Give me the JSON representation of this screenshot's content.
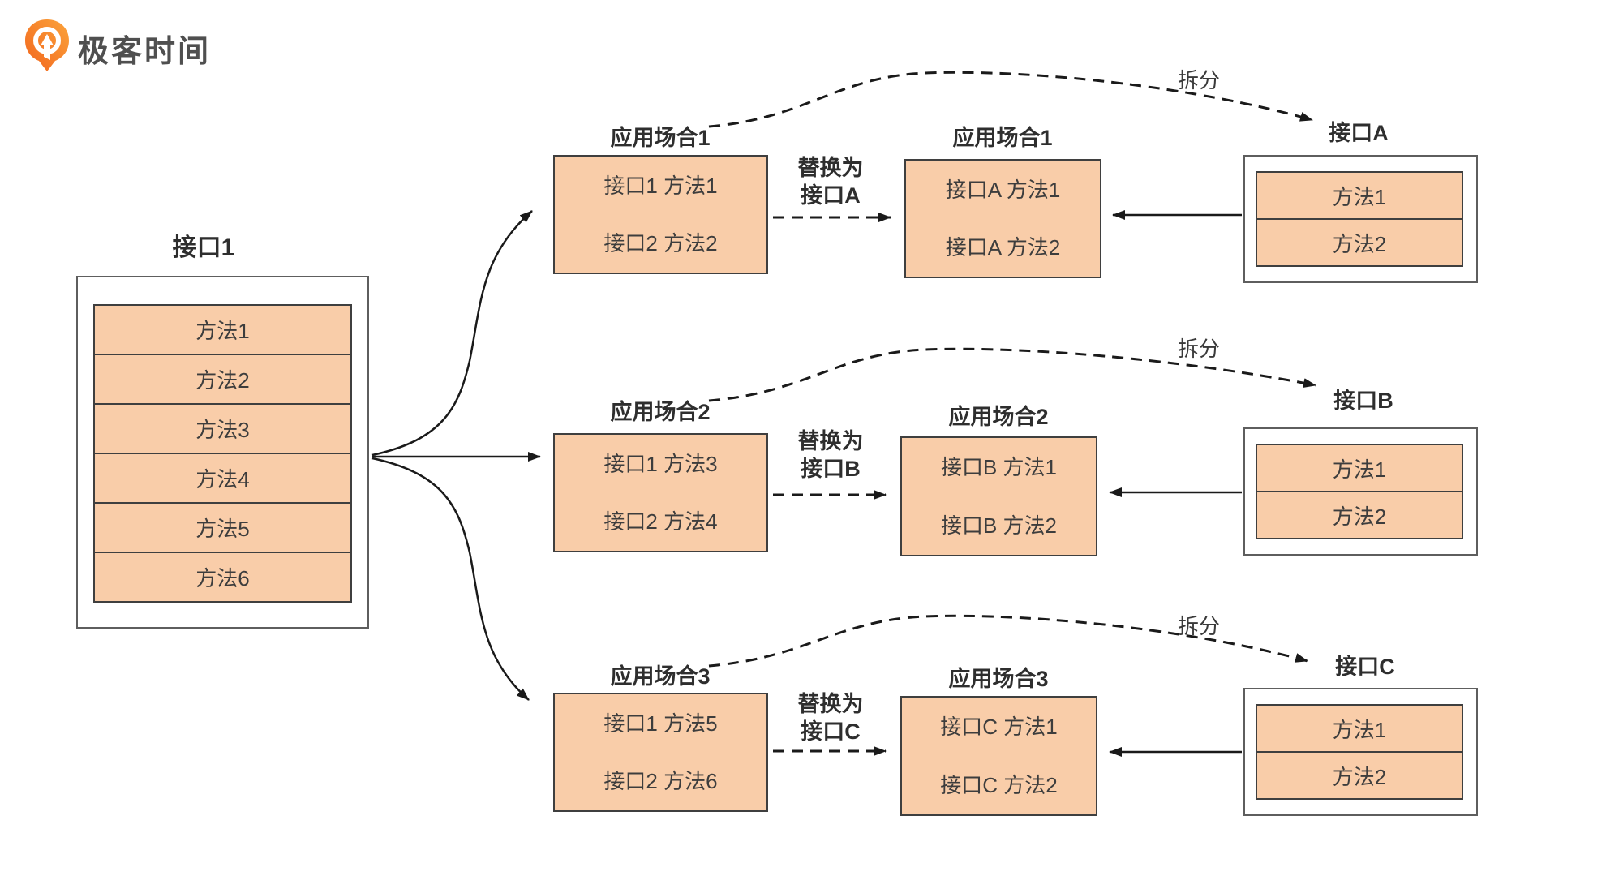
{
  "brand": {
    "name": "极客时间"
  },
  "colors": {
    "box_fill": "#F9CDA9",
    "box_border": "#3F3F3F",
    "outer_border": "#5E5E5E",
    "text": "#3D3D3D",
    "brand_orange": "#F2641D",
    "brand_orange_light": "#FBA43B"
  },
  "source_interface": {
    "label": "接口1",
    "methods": [
      "方法1",
      "方法2",
      "方法3",
      "方法4",
      "方法5",
      "方法6"
    ]
  },
  "rows": [
    {
      "scenario": "应用场合1",
      "before_lines": [
        "接口1 方法1",
        "接口2 方法2"
      ],
      "replace_line1": "替换为",
      "replace_line2": "接口A",
      "after_scenario": "应用场合1",
      "after_lines": [
        "接口A 方法1",
        "接口A 方法2"
      ],
      "split_label": "拆分",
      "new_interface_label": "接口A",
      "new_interface_methods": [
        "方法1",
        "方法2"
      ]
    },
    {
      "scenario": "应用场合2",
      "before_lines": [
        "接口1 方法3",
        "接口2 方法4"
      ],
      "replace_line1": "替换为",
      "replace_line2": "接口B",
      "after_scenario": "应用场合2",
      "after_lines": [
        "接口B 方法1",
        "接口B 方法2"
      ],
      "split_label": "拆分",
      "new_interface_label": "接口B",
      "new_interface_methods": [
        "方法1",
        "方法2"
      ]
    },
    {
      "scenario": "应用场合3",
      "before_lines": [
        "接口1 方法5",
        "接口2 方法6"
      ],
      "replace_line1": "替换为",
      "replace_line2": "接口C",
      "after_scenario": "应用场合3",
      "after_lines": [
        "接口C 方法1",
        "接口C 方法2"
      ],
      "split_label": "拆分",
      "new_interface_label": "接口C",
      "new_interface_methods": [
        "方法1",
        "方法2"
      ]
    }
  ]
}
